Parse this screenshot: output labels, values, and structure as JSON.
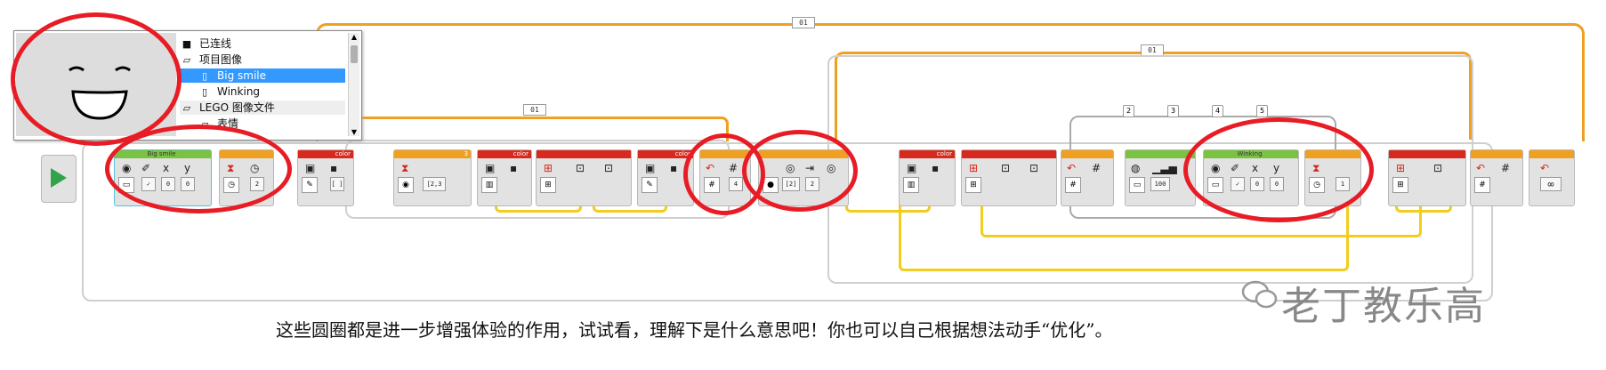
{
  "loops": {
    "outer_label": "01",
    "inner_label": "01",
    "middle_label": "01"
  },
  "popup": {
    "items": [
      {
        "icon": "connected-brick-icon",
        "label": "已连线"
      },
      {
        "icon": "folder-icon",
        "label": "项目图像"
      },
      {
        "icon": "image-file-icon",
        "label": "Big smile",
        "selected": true
      },
      {
        "icon": "image-file-icon",
        "label": "Winking"
      },
      {
        "icon": "folder-icon",
        "label": "LEGO 图像文件"
      },
      {
        "icon": "folder-icon",
        "label": "表情"
      }
    ]
  },
  "blocks": {
    "display1_file": "Big smile",
    "display1_x": "0",
    "display1_y": "0",
    "wait1_value": "2",
    "color1_label": "color",
    "sound_value": "3",
    "color2_label": "color",
    "color3_label": "color",
    "math_value": "4",
    "sync_value": "2",
    "color4_label": "color",
    "switch_tabs": [
      "2",
      "3",
      "4",
      "5"
    ],
    "display2_file": "Winking",
    "display2_x": "0",
    "display2_y": "0",
    "bar_value": "100",
    "wait2_value": "1",
    "loop_end": "∞"
  },
  "caption": "这些圆圈都是进一步增强体验的作用，试试看，理解下是什么意思吧！你也可以自己根据想法动手“优化”。",
  "watermark": "老丁教乐高",
  "colors": {
    "wire_orange": "#f0a020",
    "wire_yellow": "#f2cc1e",
    "highlight_circle": "#e81c25",
    "selection": "#3399ff"
  }
}
